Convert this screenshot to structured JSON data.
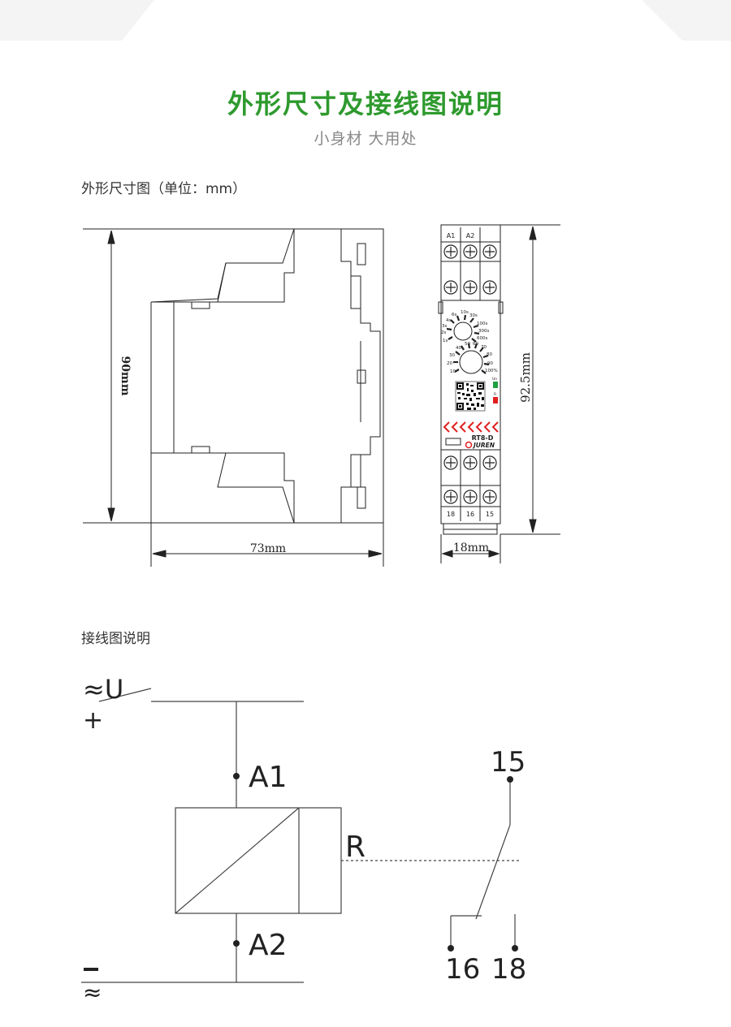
{
  "header": {
    "title": "外形尺寸及接线图说明",
    "subtitle": "小身材 大用处"
  },
  "dimensions_section": {
    "heading": "外形尺寸图（单位：mm）",
    "side_height": "90mm",
    "side_width": "73mm",
    "front_height": "92.5mm",
    "front_width": "18mm",
    "terminal_top": [
      "A1",
      "A2"
    ],
    "terminal_bottom": [
      "18",
      "16",
      "15"
    ],
    "dial_time_labels": [
      "1s",
      "2s",
      "3s",
      "4s",
      "6s",
      "10s",
      "30s",
      "100s",
      "300s",
      "600s"
    ],
    "dial_percent_labels": [
      "10",
      "20",
      "30",
      "40",
      "50",
      "60",
      "70",
      "80",
      "90",
      "100%"
    ],
    "led_labels": [
      "Un",
      "R"
    ],
    "model": "RT8-D",
    "brand": "JUREN"
  },
  "wiring_section": {
    "heading": "接线图说明",
    "supply_top": "≈U",
    "supply_plus": "+",
    "supply_minus": "—",
    "supply_bottom": "≈",
    "terminal_a1": "A1",
    "terminal_a2": "A2",
    "relay_label": "R",
    "contact_common": "15",
    "contact_nc": "16",
    "contact_no": "18"
  },
  "colors": {
    "title_green": "#2e9a2e",
    "arrow_red": "#e02020",
    "led_green": "#20a040",
    "led_red": "#e02020"
  }
}
